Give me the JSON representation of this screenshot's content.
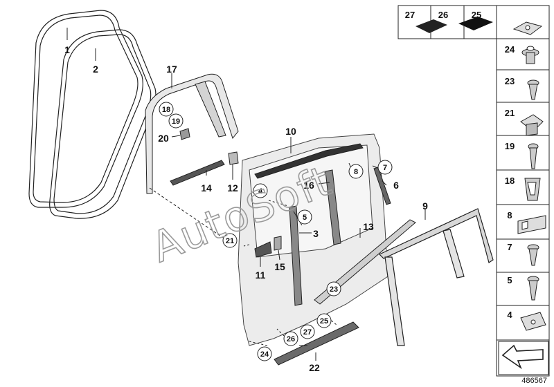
{
  "watermark": "AutoSoft",
  "reference_number": "486567",
  "callouts": [
    {
      "id": "c1",
      "text": "1",
      "circled": false
    },
    {
      "id": "c2",
      "text": "2",
      "circled": false
    },
    {
      "id": "c17",
      "text": "17",
      "circled": false
    },
    {
      "id": "c18",
      "text": "18",
      "circled": true
    },
    {
      "id": "c19",
      "text": "19",
      "circled": true
    },
    {
      "id": "c20",
      "text": "20",
      "circled": false
    },
    {
      "id": "c14",
      "text": "14",
      "circled": false
    },
    {
      "id": "c12",
      "text": "12",
      "circled": false
    },
    {
      "id": "c4",
      "text": "4",
      "circled": true
    },
    {
      "id": "c10",
      "text": "10",
      "circled": false
    },
    {
      "id": "c16",
      "text": "16",
      "circled": false
    },
    {
      "id": "c8",
      "text": "8",
      "circled": true
    },
    {
      "id": "c7",
      "text": "7",
      "circled": true
    },
    {
      "id": "c6",
      "text": "6",
      "circled": false
    },
    {
      "id": "c5",
      "text": "5",
      "circled": true
    },
    {
      "id": "c3",
      "text": "3",
      "circled": false
    },
    {
      "id": "c21",
      "text": "21",
      "circled": true
    },
    {
      "id": "c11",
      "text": "11",
      "circled": false
    },
    {
      "id": "c15",
      "text": "15",
      "circled": false
    },
    {
      "id": "c13",
      "text": "13",
      "circled": false
    },
    {
      "id": "c9",
      "text": "9",
      "circled": false
    },
    {
      "id": "c23",
      "text": "23",
      "circled": true
    },
    {
      "id": "c25",
      "text": "25",
      "circled": true
    },
    {
      "id": "c27",
      "text": "27",
      "circled": true
    },
    {
      "id": "c26",
      "text": "26",
      "circled": true
    },
    {
      "id": "c24",
      "text": "24",
      "circled": true
    },
    {
      "id": "c22",
      "text": "22",
      "circled": false
    }
  ],
  "parts_panel": {
    "top_row": [
      "27",
      "26",
      "25"
    ],
    "column": [
      "24",
      "23",
      "21",
      "19",
      "18",
      "8",
      "7",
      "5",
      "4"
    ]
  },
  "icons": {
    "27": "adhesive-pad-icon",
    "26": "foam-pad-icon",
    "25": "clip-nut-icon",
    "24": "push-rivet-icon",
    "23": "screw-icon",
    "21": "expanding-nut-icon",
    "19": "screw-icon",
    "18": "clip-icon",
    "8": "bracket-clip-icon",
    "7": "screw-icon",
    "5": "self-tapping-screw-icon",
    "4": "speed-nut-icon",
    "arrow": "direction-arrow-icon"
  }
}
